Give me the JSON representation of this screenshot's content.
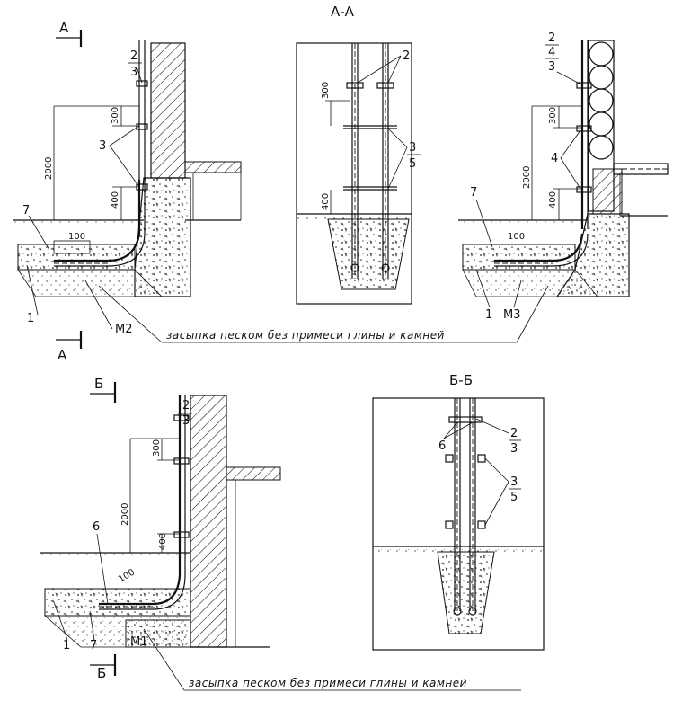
{
  "sections": {
    "aa_title": "А-А",
    "bb_title": "Б-Б",
    "cut_a": "А",
    "cut_b": "Б"
  },
  "labels": {
    "l2": "2",
    "l3": "3",
    "l4": "4",
    "l5": "5",
    "l6": "6",
    "l7": "7",
    "l1": "1",
    "m1": "М1",
    "m2": "М2",
    "m3": "М3"
  },
  "dims": {
    "d300": "300",
    "d2000": "2000",
    "d400": "400",
    "d100": "100"
  },
  "notes": {
    "backfill": "засыпка песком без примеси глины и камней"
  }
}
